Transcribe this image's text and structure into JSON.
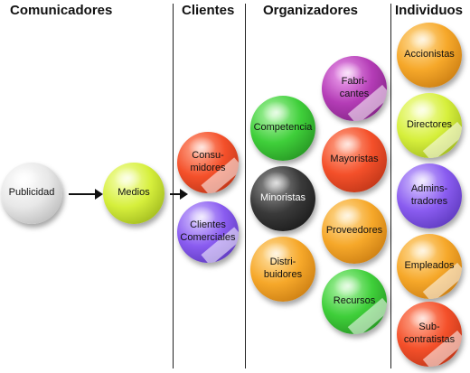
{
  "headers": {
    "comunicadores": "Comunicadores",
    "clientes": "Clientes",
    "organizadores": "Organizadores",
    "individuos": "Individuos"
  },
  "comunicadores": {
    "publicidad": "Publicidad",
    "medios": "Medios"
  },
  "clientes": {
    "consumidores": "Consu-\nmidores",
    "clientes_comerciales": "Clientes\nComerciales"
  },
  "organizadores": {
    "competencia": "Competencia",
    "minoristas": "Minoristas",
    "distribuidores": "Distri-\nbuidores",
    "fabricantes": "Fabri-\ncantes",
    "mayoristas": "Mayoristas",
    "proveedores": "Proveedores",
    "recursos": "Recursos"
  },
  "individuos": {
    "accionistas": "Accionistas",
    "directores": "Directores",
    "administradores": "Admins-\ntradores",
    "empleados": "Empleados",
    "subcontratistas": "Sub-\ncontratistas"
  },
  "colors": {
    "white": "#e8e8e8",
    "lime": "#d6ef3c",
    "red": "#f4502a",
    "violet": "#8a5cf0",
    "green": "#3fcf3a",
    "black": "#3a3a3a",
    "orange": "#f6a82a",
    "magenta": "#b43cb6"
  }
}
